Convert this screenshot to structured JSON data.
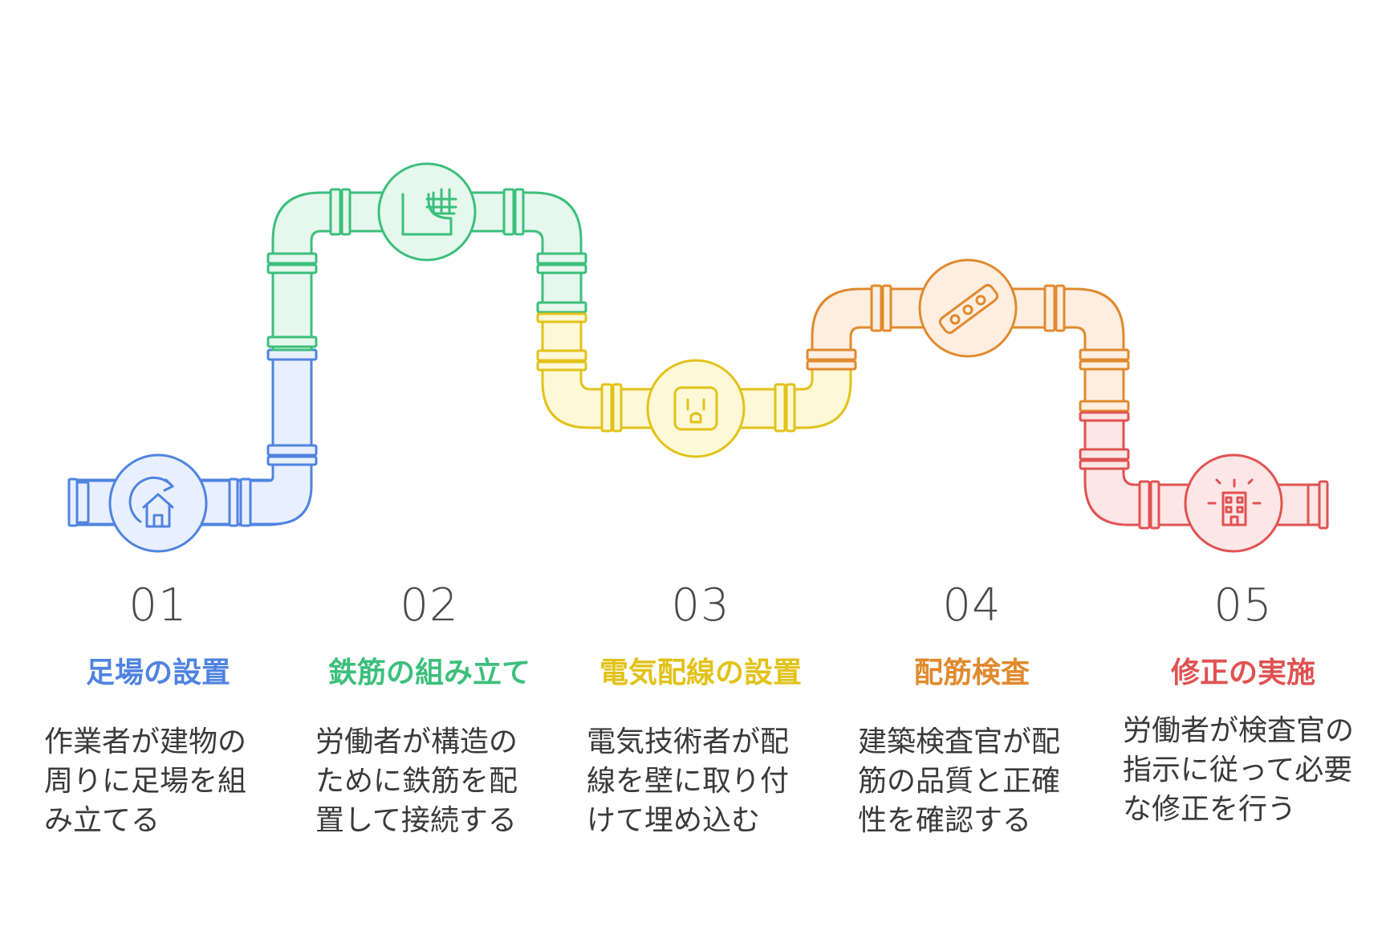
{
  "colors": {
    "blue": "#4f83e0",
    "green": "#3cbf7c",
    "yellow": "#e2c21a",
    "orange": "#e08a2e",
    "red": "#e05252"
  },
  "steps": [
    {
      "number": "01",
      "title": "足場の設置",
      "desc": "作業者が建物の周りに足場を組み立てる",
      "color": "#4f83e0",
      "icon": "house-rotate-icon"
    },
    {
      "number": "02",
      "title": "鉄筋の組み立て",
      "desc": "労働者が構造のために鉄筋を配置して接続する",
      "color": "#3cbf7c",
      "icon": "rebar-frame-icon"
    },
    {
      "number": "03",
      "title": "電気配線の設置",
      "desc": "電気技術者が配線を壁に取り付けて埋め込む",
      "color": "#e2c21a",
      "icon": "electrical-outlet-icon"
    },
    {
      "number": "04",
      "title": "配筋検査",
      "desc": "建築検査官が配筋の品質と正確性を確認する",
      "color": "#e08a2e",
      "icon": "spirit-level-icon"
    },
    {
      "number": "05",
      "title": "修正の実施",
      "desc": "労働者が検査官の指示に従って必要な修正を行う",
      "color": "#e05252",
      "icon": "building-alert-icon"
    }
  ]
}
